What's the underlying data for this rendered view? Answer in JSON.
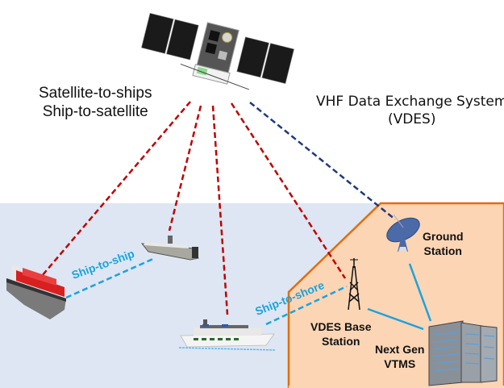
{
  "title": {
    "left_line1": "Satellite-to-ships",
    "left_line2": "Ship-to-satellite",
    "right_line1": "VHF Data Exchange System",
    "right_line2": "(VDES)"
  },
  "nodes": {
    "ground_station": {
      "line1": "Ground",
      "line2": "Station"
    },
    "base_station": {
      "line1": "VDES Base",
      "line2": "Station"
    },
    "vtms": {
      "line1": "Next Gen",
      "line2": "VTMS"
    }
  },
  "links": {
    "ship_to_ship": "Ship-to-ship",
    "ship_to_shore": "Ship-to-shore"
  },
  "colors": {
    "sea": "#dde6f2",
    "land": "#fcd5b4",
    "coast": "#e46c0a",
    "sat_link": "#c00000",
    "ground_link": "#1f3a7a",
    "vhf_link": "#1aa3e0"
  }
}
